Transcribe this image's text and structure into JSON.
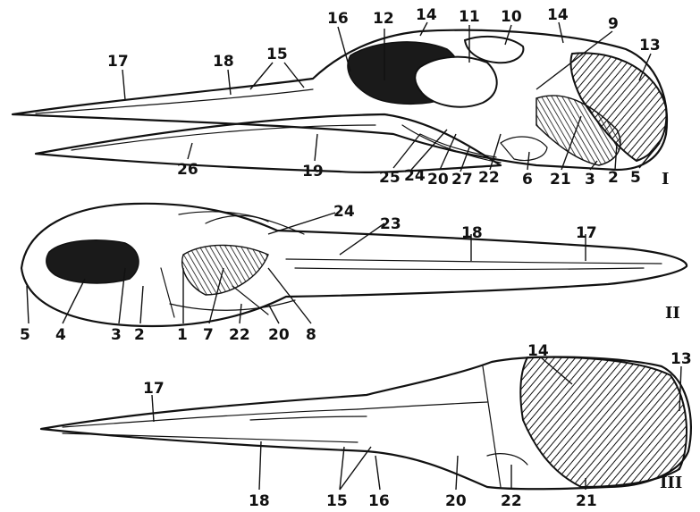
{
  "figure": {
    "views": [
      {
        "roman": "I",
        "labels": [
          "16",
          "12",
          "14",
          "11",
          "10",
          "14",
          "9",
          "13",
          "17",
          "18",
          "15",
          "26",
          "19",
          "25",
          "24",
          "20",
          "27",
          "22",
          "6",
          "21",
          "3",
          "2",
          "5"
        ]
      },
      {
        "roman": "II",
        "labels": [
          "24",
          "23",
          "18",
          "17",
          "5",
          "4",
          "3",
          "2",
          "1",
          "7",
          "22",
          "20",
          "8"
        ]
      },
      {
        "roman": "III",
        "labels": [
          "14",
          "13",
          "17",
          "18",
          "15",
          "16",
          "20",
          "22",
          "21"
        ]
      }
    ]
  }
}
